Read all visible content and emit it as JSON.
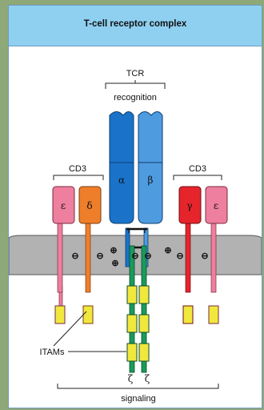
{
  "title": "T-cell receptor complex",
  "labels": {
    "tcr": "TCR",
    "recognition": "recognition",
    "cd3_left": "CD3",
    "cd3_right": "CD3",
    "itams": "ITAMs",
    "signaling": "signaling"
  },
  "chains": {
    "alpha": "α",
    "beta": "β",
    "epsilon_left": "ε",
    "delta": "δ",
    "gamma": "γ",
    "epsilon_right": "ε",
    "zeta_left": "ζ",
    "zeta_right": "ζ"
  },
  "charges": {
    "minus": "⊖",
    "plus": "⊕"
  },
  "colors": {
    "header": "#8fd0f1",
    "alpha": "#1a73c9",
    "beta": "#4e9be0",
    "epsilon": "#ee7f9e",
    "delta": "#ef7e2b",
    "gamma": "#e5242b",
    "zeta": "#1a9a5a",
    "itam": "#f1e83d",
    "membrane": "#b2b2b2"
  }
}
